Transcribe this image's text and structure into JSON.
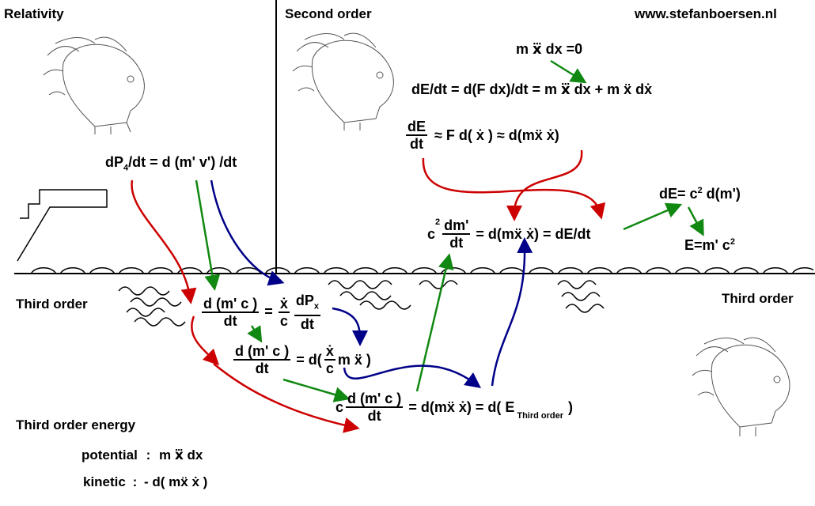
{
  "labels": {
    "relativity": "Relativity",
    "second_order": "Second order",
    "website": "www.stefanboersen.nl",
    "third_order_left": "Third order",
    "third_order_right": "Third order",
    "third_order_energy": "Third order energy"
  },
  "second_order": {
    "eq1": "m x⃛ dx =0",
    "eq2": "dE/dt = d(F dx)/dt = m x⃛ dx  + m ẍ dẋ",
    "eq3_num": "dE",
    "eq3_den": "dt",
    "eq3_rest": "≈ F d( ẋ ) ≈ d(mẍ ẋ)",
    "eq4_c": "c",
    "eq4_sup": "2",
    "eq4_num": "dm'",
    "eq4_den": "dt",
    "eq4_rest": "= d(mẍ ẋ) =  dE/dt",
    "eq5_a": "dE= c",
    "eq5_sup": "2",
    "eq5_b": " d(m')",
    "eq6_a": "E=m' c",
    "eq6_sup": "2"
  },
  "relativity": {
    "eq": "dP",
    "eq_sub": "4",
    "eq_rest": "/dt = d (m' v') /dt"
  },
  "third_order": {
    "row1_num": "d (m' c )",
    "row1_den": "dt",
    "row1_eq": "=",
    "row1_f2_num": "ẋ",
    "row1_f2_den": "c",
    "row1_f3_num": "dP",
    "row1_f3_sub": "x",
    "row1_f3_den": "dt",
    "row2_num": "d (m' c )",
    "row2_den": "dt",
    "row2_eq": "= d(",
    "row2_f_num": "ẋ",
    "row2_f_den": "c",
    "row2_rest": "m ẍ )",
    "row3_c": "c",
    "row3_num": "d (m' c )",
    "row3_den": "dt",
    "row3_rest": "=  d(mẍ ẋ)  =  d( E",
    "row3_sub": "Third order",
    "row3_close": ")"
  },
  "energy": {
    "potential_label": "potential",
    "potential_sep": ":",
    "potential_expr": "m x⃛ dx",
    "kinetic_label": "kinetic",
    "kinetic_sep": ":",
    "kinetic_expr": "- d( mẍ ẋ )"
  },
  "colors": {
    "red": "#cc0000",
    "green": "#118811",
    "blue": "#000088"
  }
}
